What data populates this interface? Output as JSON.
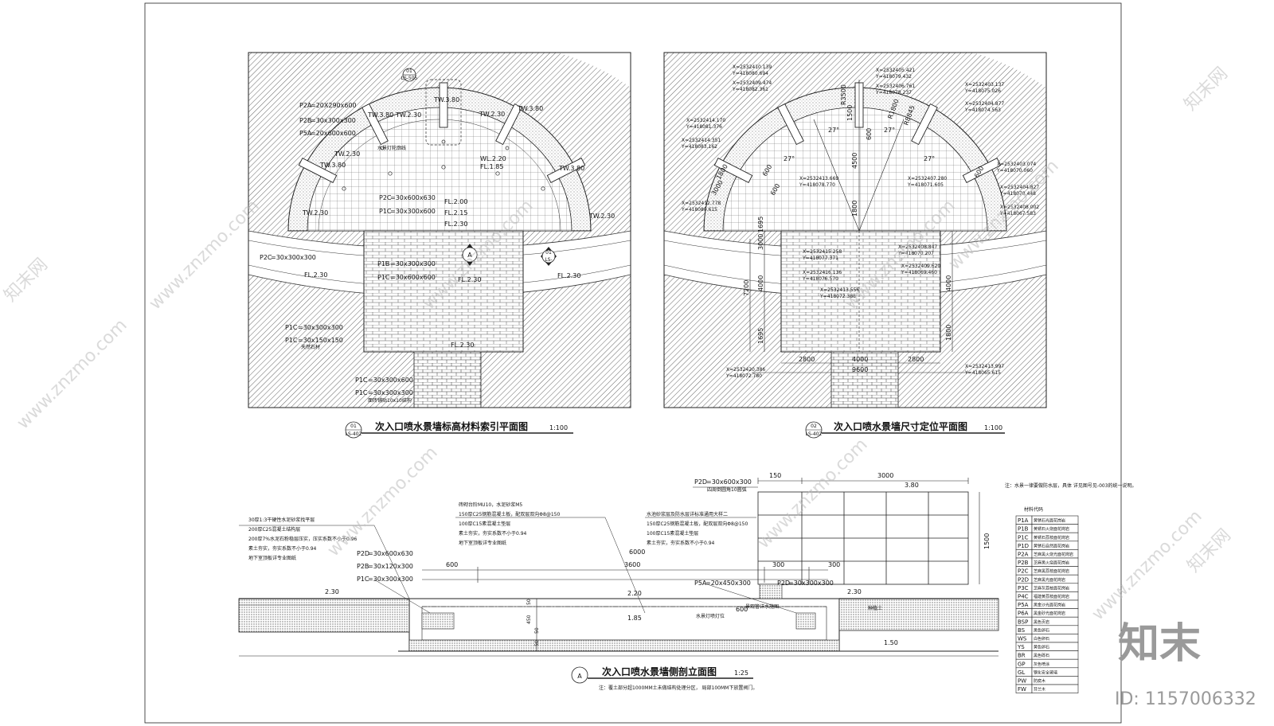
{
  "plan1": {
    "title": "次入口喷水景墙标高材料索引平面图",
    "scale": "1:100",
    "num": "01",
    "sheet": "LS-402",
    "callout_top": {
      "num": "01",
      "sheet": "LS-505"
    },
    "callout_sec": {
      "num": "A"
    },
    "callout_right": {
      "num": "01",
      "sheet": "LS-"
    },
    "lbl": [
      "P2A",
      "=20X290x600",
      "P2B",
      "=30x300x300",
      "P5A",
      "=20x600x600",
      "TW.3.80",
      "TW.2.30",
      "TW.3.80",
      "TW.3.80",
      "TW.2.30",
      "水景灯轮廓线",
      "WL.2.20",
      "FL.1.85",
      "TW.2.30",
      "TW.3.80",
      "TW.3.80",
      "TW.2.30",
      "TW.2.30",
      "P2C",
      "=30x600x630",
      "FL.2.00",
      "P1C",
      "=30x300x600",
      "FL.2.15",
      "FL.2.30",
      "P2C",
      "=30x300x300",
      "P1B",
      "=30x300x300",
      "P1C",
      "=30x600x600",
      "FL.2.30",
      "FL.2.30",
      "FL.2.30",
      "P1C",
      "=30x300x300",
      "P1C",
      "=30x150x150",
      "天然石材",
      "FL.2.30",
      "P1C",
      "=30x300x600",
      "P1C",
      "=30x300x300",
      "面砖铺贴10x10结构"
    ]
  },
  "plan2": {
    "title": "次入口喷水景墙尺寸定位平面图",
    "scale": "1:100",
    "num": "02",
    "sheet": "LS-402",
    "coords": [
      "X=2532410.139",
      "Y=418080.694",
      "X=2532409.474",
      "Y=418082.361",
      "X=2532405.421",
      "Y=418079.432",
      "X=2532406.761",
      "Y=418078.237",
      "X=2532403.137",
      "Y=418075.026",
      "X=2532404.877",
      "Y=418074.563",
      "X=2532414.170",
      "Y=418081.376",
      "X=2532414.351",
      "Y=418083.162",
      "X=2532403.074",
      "Y=418070.060",
      "X=2532404.827",
      "Y=418070.448",
      "X=2532413.669",
      "Y=418078.770",
      "X=2532407.280",
      "Y=418071.605",
      "X=2532412.778",
      "Y=418080.615",
      "X=2532408.002",
      "Y=418067.583",
      "X=2532415.258",
      "Y=418077.371",
      "X=2532408.847",
      "Y=418070.207",
      "X=2532416.136",
      "Y=418076.570",
      "X=2532409.620",
      "Y=418069.460",
      "X=2532413.556",
      "Y=418072.388",
      "X=2532420.386",
      "Y=418072.780",
      "X=2532413.997",
      "Y=418065.615"
    ],
    "dims": [
      "R3500",
      "R1800",
      "R8845",
      "1500",
      "27°",
      "27°",
      "27°",
      "27°",
      "1800",
      "3000",
      "600",
      "600",
      "600",
      "600",
      "4500",
      "1800",
      "3000",
      "1695",
      "7200",
      "4000",
      "4000",
      "1695",
      "1800",
      "2800",
      "4000",
      "2800",
      "9600"
    ]
  },
  "section": {
    "title": "次入口喷水景墙侧剖立面图",
    "scale": "1:25",
    "num": "A",
    "note": "注：覆土部分超1000MM土未做结构处理分区，\n    局部100MM下放置阀门。",
    "left_notes": [
      "30厚1:3干硬性水泥砂浆找平层",
      "200厚C25混凝土结构层",
      "200厚7%水泥石粉稳层压实，压实系数不小于0.96",
      "素土夯实，夯实系数不小于0.94",
      "地下室顶板详专业图纸"
    ],
    "mid_notes": [
      "砖砌台阶MU10，水泥砂浆M5",
      "150厚C25钢筋混凝土板，配双层双向Φ8@150",
      "100厚C15素混凝土垫层",
      "素土夯实，夯实系数不小于0.94",
      "地下室顶板详专业图纸"
    ],
    "right_notes": [
      "水池砂浆层及防水层详标准通用大样二",
      "150厚C25钢筋混凝土板，配双层双向Φ8@150",
      "100厚C15素混凝土垫层",
      "素土夯实，夯实系数不小于0.94"
    ],
    "lbl": [
      "P2D",
      "=30x600x300",
      "四周倒圆角10圆弧",
      "P2D",
      "=30x600x630",
      "P2B",
      "=30x120x300",
      "P1C",
      "=30x300x300",
      "P5A",
      "=20x450x300",
      "P2D",
      "=30x300x300",
      "2.30",
      "2.20",
      "1.85",
      "2.30",
      "1.50",
      "3.80",
      "150",
      "3000",
      "1500",
      "6000",
      "600",
      "3600",
      "300",
      "300",
      "600",
      "50",
      "450",
      "50",
      "50",
      "水景灯喷灯位",
      "景观管详水施图",
      "种植土"
    ]
  },
  "legend": {
    "note": "注：水景一律要做防水层，具体\n详见图号见-003的统一说明。",
    "head": "材料代码",
    "rows": [
      {
        "code": "P1A",
        "desc": "黄锈石光面花岗岩"
      },
      {
        "code": "P1B",
        "desc": "黄锈石火烧面花岗岩"
      },
      {
        "code": "P1C",
        "desc": "黄锈石荔枝面花岗岩"
      },
      {
        "code": "P1D",
        "desc": "黄锈石自然面花岗岩"
      },
      {
        "code": "P2A",
        "desc": "芝麻黑火烧光面花岗岩"
      },
      {
        "code": "P2B",
        "desc": "芝麻黑火烧面花岗岩"
      },
      {
        "code": "P2C",
        "desc": "芝麻黑荔枝面花岗岩"
      },
      {
        "code": "P2D",
        "desc": "芝麻黑光面花岗岩"
      },
      {
        "code": "P3C",
        "desc": "芝麻灰荔枝面花岗岩"
      },
      {
        "code": "P4C",
        "desc": "福建黄荔枝面花岗岩"
      },
      {
        "code": "P5A",
        "desc": "黑金沙光面花岗岩"
      },
      {
        "code": "P6A",
        "desc": "黑金砂光面花岗岩"
      },
      {
        "code": "BSP",
        "desc": "黑色页岩"
      },
      {
        "code": "BS",
        "desc": "黑色卵石"
      },
      {
        "code": "WS",
        "desc": "白色卵石"
      },
      {
        "code": "YS",
        "desc": "黄色卵石"
      },
      {
        "code": "BR",
        "desc": "黑色砾石"
      },
      {
        "code": "GP",
        "desc": "灰色喷涂"
      },
      {
        "code": "GL",
        "desc": "钢化安全玻璃"
      },
      {
        "code": "PW",
        "desc": "防腐木"
      },
      {
        "code": "FW",
        "desc": "芬兰木"
      }
    ]
  },
  "watermark": {
    "site": "www.znzmo.com",
    "brand_small": "知末网"
  },
  "brand": {
    "logo": "知末",
    "id": "ID: 1157006332"
  }
}
